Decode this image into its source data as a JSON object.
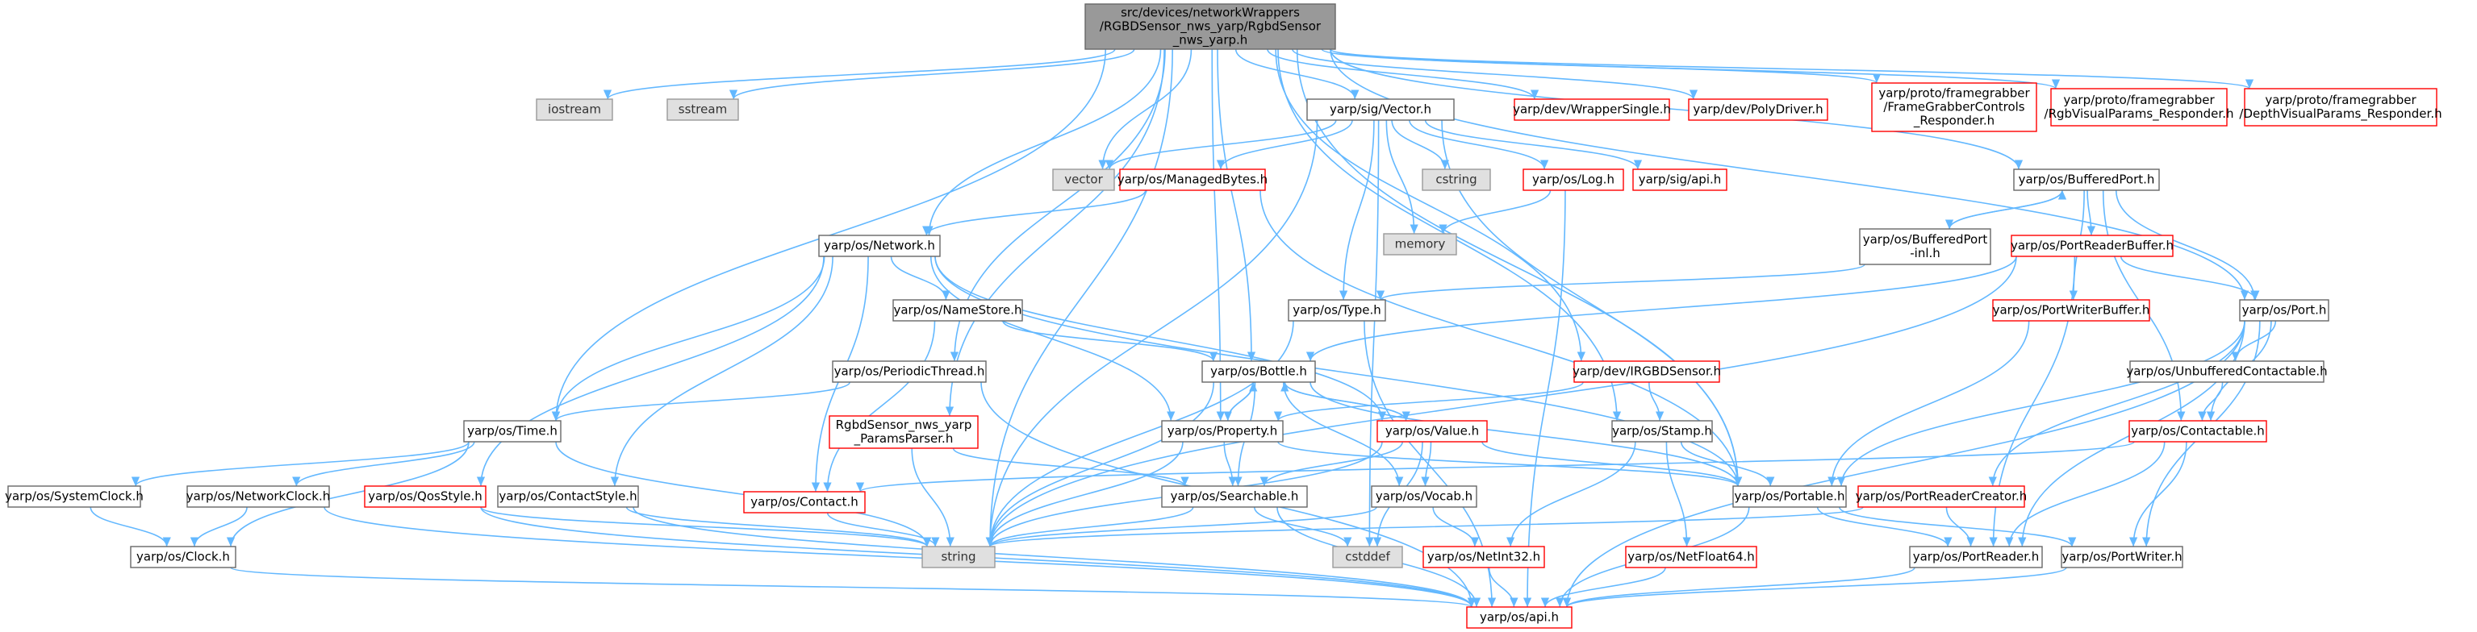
{
  "colors": {
    "edge": "#63b8ff",
    "node_border": "#666666",
    "truncated_border": "#ff0000",
    "missing_fill": "#e0e0e0",
    "root_fill": "#999999"
  },
  "nodes": [
    {
      "id": "root",
      "style": "root",
      "lines": [
        "src/devices/networkWrappers",
        "/RGBDSensor_nws_yarp/RgbdSensor",
        "_nws_yarp.h"
      ]
    },
    {
      "id": "iostream",
      "style": "missing",
      "lines": [
        "iostream"
      ]
    },
    {
      "id": "sstream",
      "style": "missing",
      "lines": [
        "sstream"
      ]
    },
    {
      "id": "vector",
      "style": "missing",
      "lines": [
        "vector"
      ]
    },
    {
      "id": "cstring",
      "style": "missing",
      "lines": [
        "cstring"
      ]
    },
    {
      "id": "memory",
      "style": "missing",
      "lines": [
        "memory"
      ]
    },
    {
      "id": "string",
      "style": "missing",
      "lines": [
        "string"
      ]
    },
    {
      "id": "cstddef",
      "style": "missing",
      "lines": [
        "cstddef"
      ]
    },
    {
      "id": "sigvector",
      "style": "normal",
      "lines": [
        "yarp/sig/Vector.h"
      ]
    },
    {
      "id": "wrappersingle",
      "style": "truncated",
      "lines": [
        "yarp/dev/WrapperSingle.h"
      ]
    },
    {
      "id": "polydriver",
      "style": "truncated",
      "lines": [
        "yarp/dev/PolyDriver.h"
      ]
    },
    {
      "id": "fgcontrols",
      "style": "truncated",
      "lines": [
        "yarp/proto/framegrabber",
        "/FrameGrabberControls",
        "_Responder.h"
      ]
    },
    {
      "id": "rgbvisual",
      "style": "truncated",
      "lines": [
        "yarp/proto/framegrabber",
        "/RgbVisualParams_Responder.h"
      ]
    },
    {
      "id": "depthvisual",
      "style": "truncated",
      "lines": [
        "yarp/proto/framegrabber",
        "/DepthVisualParams_Responder.h"
      ]
    },
    {
      "id": "managedbytes",
      "style": "truncated",
      "lines": [
        "yarp/os/ManagedBytes.h"
      ]
    },
    {
      "id": "oslog",
      "style": "truncated",
      "lines": [
        "yarp/os/Log.h"
      ]
    },
    {
      "id": "sigapi",
      "style": "truncated",
      "lines": [
        "yarp/sig/api.h"
      ]
    },
    {
      "id": "bufferedport",
      "style": "normal",
      "lines": [
        "yarp/os/BufferedPort.h"
      ]
    },
    {
      "id": "network",
      "style": "normal",
      "lines": [
        "yarp/os/Network.h"
      ]
    },
    {
      "id": "bufferedportinl",
      "style": "normal",
      "lines": [
        "yarp/os/BufferedPort",
        "-inl.h"
      ]
    },
    {
      "id": "portreaderbuffer",
      "style": "truncated",
      "lines": [
        "yarp/os/PortReaderBuffer.h"
      ]
    },
    {
      "id": "port",
      "style": "normal",
      "lines": [
        "yarp/os/Port.h"
      ]
    },
    {
      "id": "namestore",
      "style": "normal",
      "lines": [
        "yarp/os/NameStore.h"
      ]
    },
    {
      "id": "type",
      "style": "normal",
      "lines": [
        "yarp/os/Type.h"
      ]
    },
    {
      "id": "portwriterbuffer",
      "style": "truncated",
      "lines": [
        "yarp/os/PortWriterBuffer.h"
      ]
    },
    {
      "id": "periodicthread",
      "style": "normal",
      "lines": [
        "yarp/os/PeriodicThread.h"
      ]
    },
    {
      "id": "bottle",
      "style": "normal",
      "lines": [
        "yarp/os/Bottle.h"
      ]
    },
    {
      "id": "irgbdsensor",
      "style": "truncated",
      "lines": [
        "yarp/dev/IRGBDSensor.h"
      ]
    },
    {
      "id": "unbufferedcontactable",
      "style": "normal",
      "lines": [
        "yarp/os/UnbufferedContactable.h"
      ]
    },
    {
      "id": "time",
      "style": "normal",
      "lines": [
        "yarp/os/Time.h"
      ]
    },
    {
      "id": "paramsparser",
      "style": "truncated",
      "lines": [
        "RgbdSensor_nws_yarp",
        "_ParamsParser.h"
      ]
    },
    {
      "id": "property",
      "style": "normal",
      "lines": [
        "yarp/os/Property.h"
      ]
    },
    {
      "id": "value",
      "style": "truncated",
      "lines": [
        "yarp/os/Value.h"
      ]
    },
    {
      "id": "stamp",
      "style": "normal",
      "lines": [
        "yarp/os/Stamp.h"
      ]
    },
    {
      "id": "contactable",
      "style": "truncated",
      "lines": [
        "yarp/os/Contactable.h"
      ]
    },
    {
      "id": "systemclock",
      "style": "normal",
      "lines": [
        "yarp/os/SystemClock.h"
      ]
    },
    {
      "id": "networkclock",
      "style": "normal",
      "lines": [
        "yarp/os/NetworkClock.h"
      ]
    },
    {
      "id": "qosstyle",
      "style": "truncated",
      "lines": [
        "yarp/os/QosStyle.h"
      ]
    },
    {
      "id": "contactstyle",
      "style": "normal",
      "lines": [
        "yarp/os/ContactStyle.h"
      ]
    },
    {
      "id": "contact",
      "style": "truncated",
      "lines": [
        "yarp/os/Contact.h"
      ]
    },
    {
      "id": "searchable",
      "style": "normal",
      "lines": [
        "yarp/os/Searchable.h"
      ]
    },
    {
      "id": "vocab",
      "style": "normal",
      "lines": [
        "yarp/os/Vocab.h"
      ]
    },
    {
      "id": "portable",
      "style": "normal",
      "lines": [
        "yarp/os/Portable.h"
      ]
    },
    {
      "id": "portreadercreator",
      "style": "truncated",
      "lines": [
        "yarp/os/PortReaderCreator.h"
      ]
    },
    {
      "id": "clock",
      "style": "normal",
      "lines": [
        "yarp/os/Clock.h"
      ]
    },
    {
      "id": "netint32",
      "style": "truncated",
      "lines": [
        "yarp/os/NetInt32.h"
      ]
    },
    {
      "id": "netfloat64",
      "style": "truncated",
      "lines": [
        "yarp/os/NetFloat64.h"
      ]
    },
    {
      "id": "portreader",
      "style": "normal",
      "lines": [
        "yarp/os/PortReader.h"
      ]
    },
    {
      "id": "portwriter",
      "style": "normal",
      "lines": [
        "yarp/os/PortWriter.h"
      ]
    },
    {
      "id": "osapi",
      "style": "truncated",
      "lines": [
        "yarp/os/api.h"
      ]
    }
  ],
  "edges": [
    [
      "root",
      "iostream"
    ],
    [
      "root",
      "sstream"
    ],
    [
      "root",
      "vector"
    ],
    [
      "root",
      "sigvector"
    ],
    [
      "root",
      "wrappersingle"
    ],
    [
      "root",
      "polydriver"
    ],
    [
      "root",
      "fgcontrols"
    ],
    [
      "root",
      "rgbvisual"
    ],
    [
      "root",
      "depthvisual"
    ],
    [
      "root",
      "bufferedport"
    ],
    [
      "root",
      "network"
    ],
    [
      "root",
      "port"
    ],
    [
      "root",
      "time"
    ],
    [
      "root",
      "periodicthread"
    ],
    [
      "root",
      "bottle"
    ],
    [
      "root",
      "property"
    ],
    [
      "root",
      "paramsparser"
    ],
    [
      "root",
      "irgbdsensor"
    ],
    [
      "root",
      "stamp"
    ],
    [
      "root",
      "portable"
    ],
    [
      "root",
      "string"
    ],
    [
      "sigvector",
      "vector"
    ],
    [
      "sigvector",
      "managedbytes"
    ],
    [
      "sigvector",
      "cstring"
    ],
    [
      "sigvector",
      "memory"
    ],
    [
      "sigvector",
      "oslog"
    ],
    [
      "sigvector",
      "sigapi"
    ],
    [
      "sigvector",
      "type"
    ],
    [
      "sigvector",
      "string"
    ],
    [
      "sigvector",
      "cstddef"
    ],
    [
      "sigvector",
      "portable"
    ],
    [
      "managedbytes",
      "network"
    ],
    [
      "managedbytes",
      "portable"
    ],
    [
      "oslog",
      "memory"
    ],
    [
      "oslog",
      "osapi"
    ],
    [
      "bufferedport",
      "bufferedportinl"
    ],
    [
      "bufferedport",
      "portreaderbuffer"
    ],
    [
      "bufferedport",
      "port"
    ],
    [
      "bufferedport",
      "portwriterbuffer"
    ],
    [
      "bufferedport",
      "contactable"
    ],
    [
      "bufferedportinl",
      "bufferedport"
    ],
    [
      "bufferedportinl",
      "type"
    ],
    [
      "portreaderbuffer",
      "port"
    ],
    [
      "portreaderbuffer",
      "bottle"
    ],
    [
      "portreaderbuffer",
      "string"
    ],
    [
      "portreaderbuffer",
      "portreader"
    ],
    [
      "port",
      "unbufferedcontactable"
    ],
    [
      "port",
      "portable"
    ],
    [
      "port",
      "portreadercreator"
    ],
    [
      "port",
      "portreader"
    ],
    [
      "port",
      "portwriter"
    ],
    [
      "port",
      "osapi"
    ],
    [
      "port",
      "contactable"
    ],
    [
      "unbufferedcontactable",
      "contactable"
    ],
    [
      "contactable",
      "contact"
    ],
    [
      "contactable",
      "portreader"
    ],
    [
      "contactable",
      "portwriter"
    ],
    [
      "portwriterbuffer",
      "portable"
    ],
    [
      "portreadercreator",
      "portreader"
    ],
    [
      "portreadercreator",
      "string"
    ],
    [
      "network",
      "time"
    ],
    [
      "network",
      "namestore"
    ],
    [
      "network",
      "contactstyle"
    ],
    [
      "network",
      "qosstyle"
    ],
    [
      "network",
      "property"
    ],
    [
      "network",
      "portable"
    ],
    [
      "network",
      "value"
    ],
    [
      "network",
      "contact"
    ],
    [
      "namestore",
      "bottle"
    ],
    [
      "namestore",
      "contact"
    ],
    [
      "type",
      "string"
    ],
    [
      "type",
      "osapi"
    ],
    [
      "periodicthread",
      "time"
    ],
    [
      "periodicthread",
      "osapi"
    ],
    [
      "bottle",
      "property"
    ],
    [
      "bottle",
      "value"
    ],
    [
      "bottle",
      "searchable"
    ],
    [
      "bottle",
      "vocab"
    ],
    [
      "bottle",
      "portable"
    ],
    [
      "bottle",
      "string"
    ],
    [
      "irgbdsensor",
      "property"
    ],
    [
      "irgbdsensor",
      "stamp"
    ],
    [
      "time",
      "systemclock"
    ],
    [
      "time",
      "networkclock"
    ],
    [
      "time",
      "clock"
    ],
    [
      "time",
      "string"
    ],
    [
      "paramsparser",
      "searchable"
    ],
    [
      "paramsparser",
      "string"
    ],
    [
      "property",
      "bottle"
    ],
    [
      "property",
      "searchable"
    ],
    [
      "property",
      "portable"
    ],
    [
      "property",
      "string"
    ],
    [
      "value",
      "bottle"
    ],
    [
      "value",
      "searchable"
    ],
    [
      "value",
      "vocab"
    ],
    [
      "value",
      "portable"
    ],
    [
      "value",
      "string"
    ],
    [
      "value",
      "cstddef"
    ],
    [
      "stamp",
      "portable"
    ],
    [
      "stamp",
      "netint32"
    ],
    [
      "stamp",
      "netfloat64"
    ],
    [
      "systemclock",
      "clock"
    ],
    [
      "networkclock",
      "clock"
    ],
    [
      "networkclock",
      "osapi"
    ],
    [
      "qosstyle",
      "string"
    ],
    [
      "qosstyle",
      "osapi"
    ],
    [
      "contactstyle",
      "string"
    ],
    [
      "contactstyle",
      "osapi"
    ],
    [
      "contact",
      "string"
    ],
    [
      "searchable",
      "string"
    ],
    [
      "searchable",
      "cstddef"
    ],
    [
      "searchable",
      "osapi"
    ],
    [
      "vocab",
      "string"
    ],
    [
      "vocab",
      "netint32"
    ],
    [
      "portable",
      "portreader"
    ],
    [
      "portable",
      "portwriter"
    ],
    [
      "portable",
      "osapi"
    ],
    [
      "clock",
      "osapi"
    ],
    [
      "netint32",
      "osapi"
    ],
    [
      "netfloat64",
      "osapi"
    ],
    [
      "portreader",
      "osapi"
    ],
    [
      "portwriter",
      "osapi"
    ]
  ]
}
